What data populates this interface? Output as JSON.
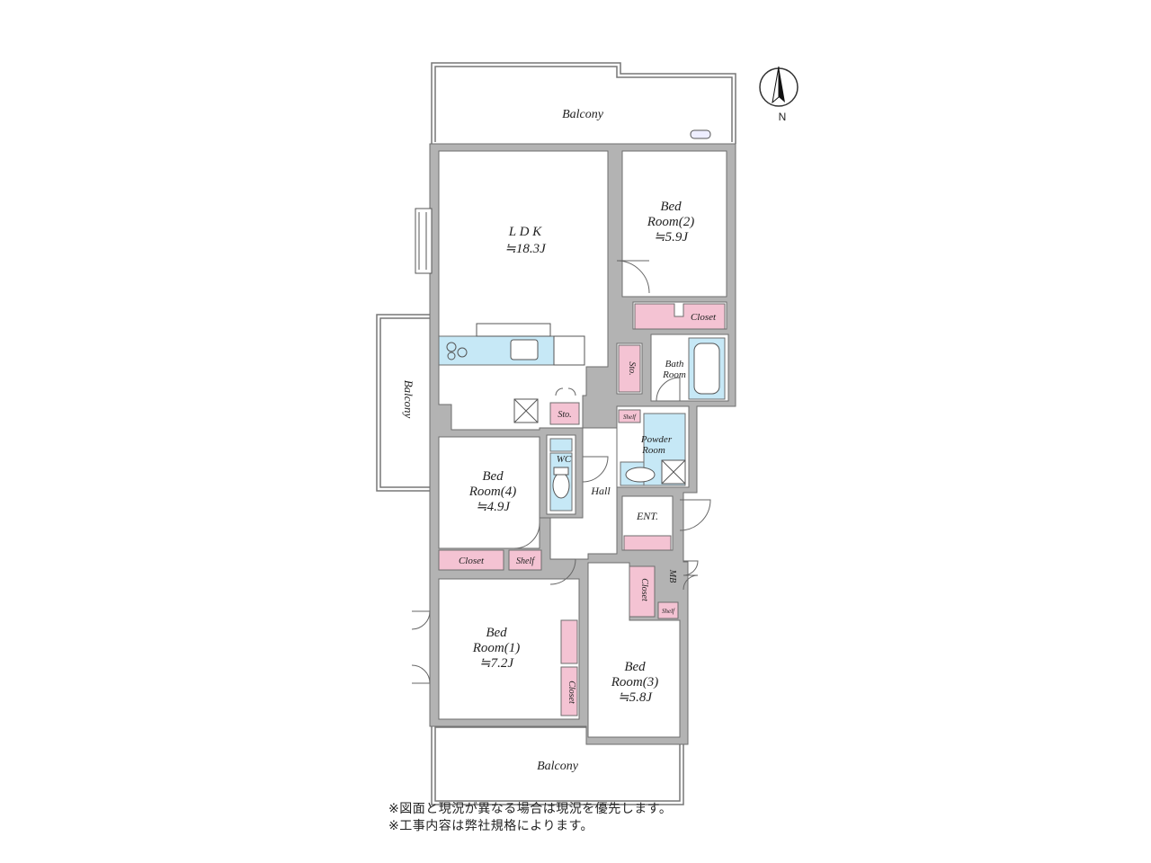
{
  "rooms": {
    "balcony_top": "Balcony",
    "balcony_left": "Balcony",
    "balcony_bottom": "Balcony",
    "ldk_name": "L D K",
    "ldk_size": "≒18.3J",
    "bed2_line1": "Bed",
    "bed2_line2": "Room(2)",
    "bed2_size": "≒5.9J",
    "bed4_line1": "Bed",
    "bed4_line2": "Room(4)",
    "bed4_size": "≒4.9J",
    "bed1_line1": "Bed",
    "bed1_line2": "Room(1)",
    "bed1_size": "≒7.2J",
    "bed3_line1": "Bed",
    "bed3_line2": "Room(3)",
    "bed3_size": "≒5.8J",
    "bath_line1": "Bath",
    "bath_line2": "Room",
    "powder_line1": "Powder",
    "powder_line2": "Room",
    "wc": "WC",
    "hall": "Hall",
    "entrance": "ENT.",
    "mb": "MB"
  },
  "storage": {
    "closet_bed2": "Closet",
    "closet_bed4": "Closet",
    "closet_bed1": "Closet",
    "closet_entrance": "Closet",
    "sto_upper": "Sto.",
    "sto_lower": "Sto.",
    "shelf_powder": "Shelf",
    "shelf_bed4": "Shelf",
    "shelf_mb": "Shelf"
  },
  "compass": {
    "north": "N"
  },
  "notes": [
    "※図面と現況が異なる場合は現況を優先します。",
    "※工事内容は弊社規格によります。"
  ],
  "colors": {
    "wall": "#b3b3b3",
    "wall_edge": "#6e6e6e",
    "storage_fill": "#f4c3d3",
    "wet_fill": "#c6e8f6",
    "floor": "#ffffff"
  }
}
